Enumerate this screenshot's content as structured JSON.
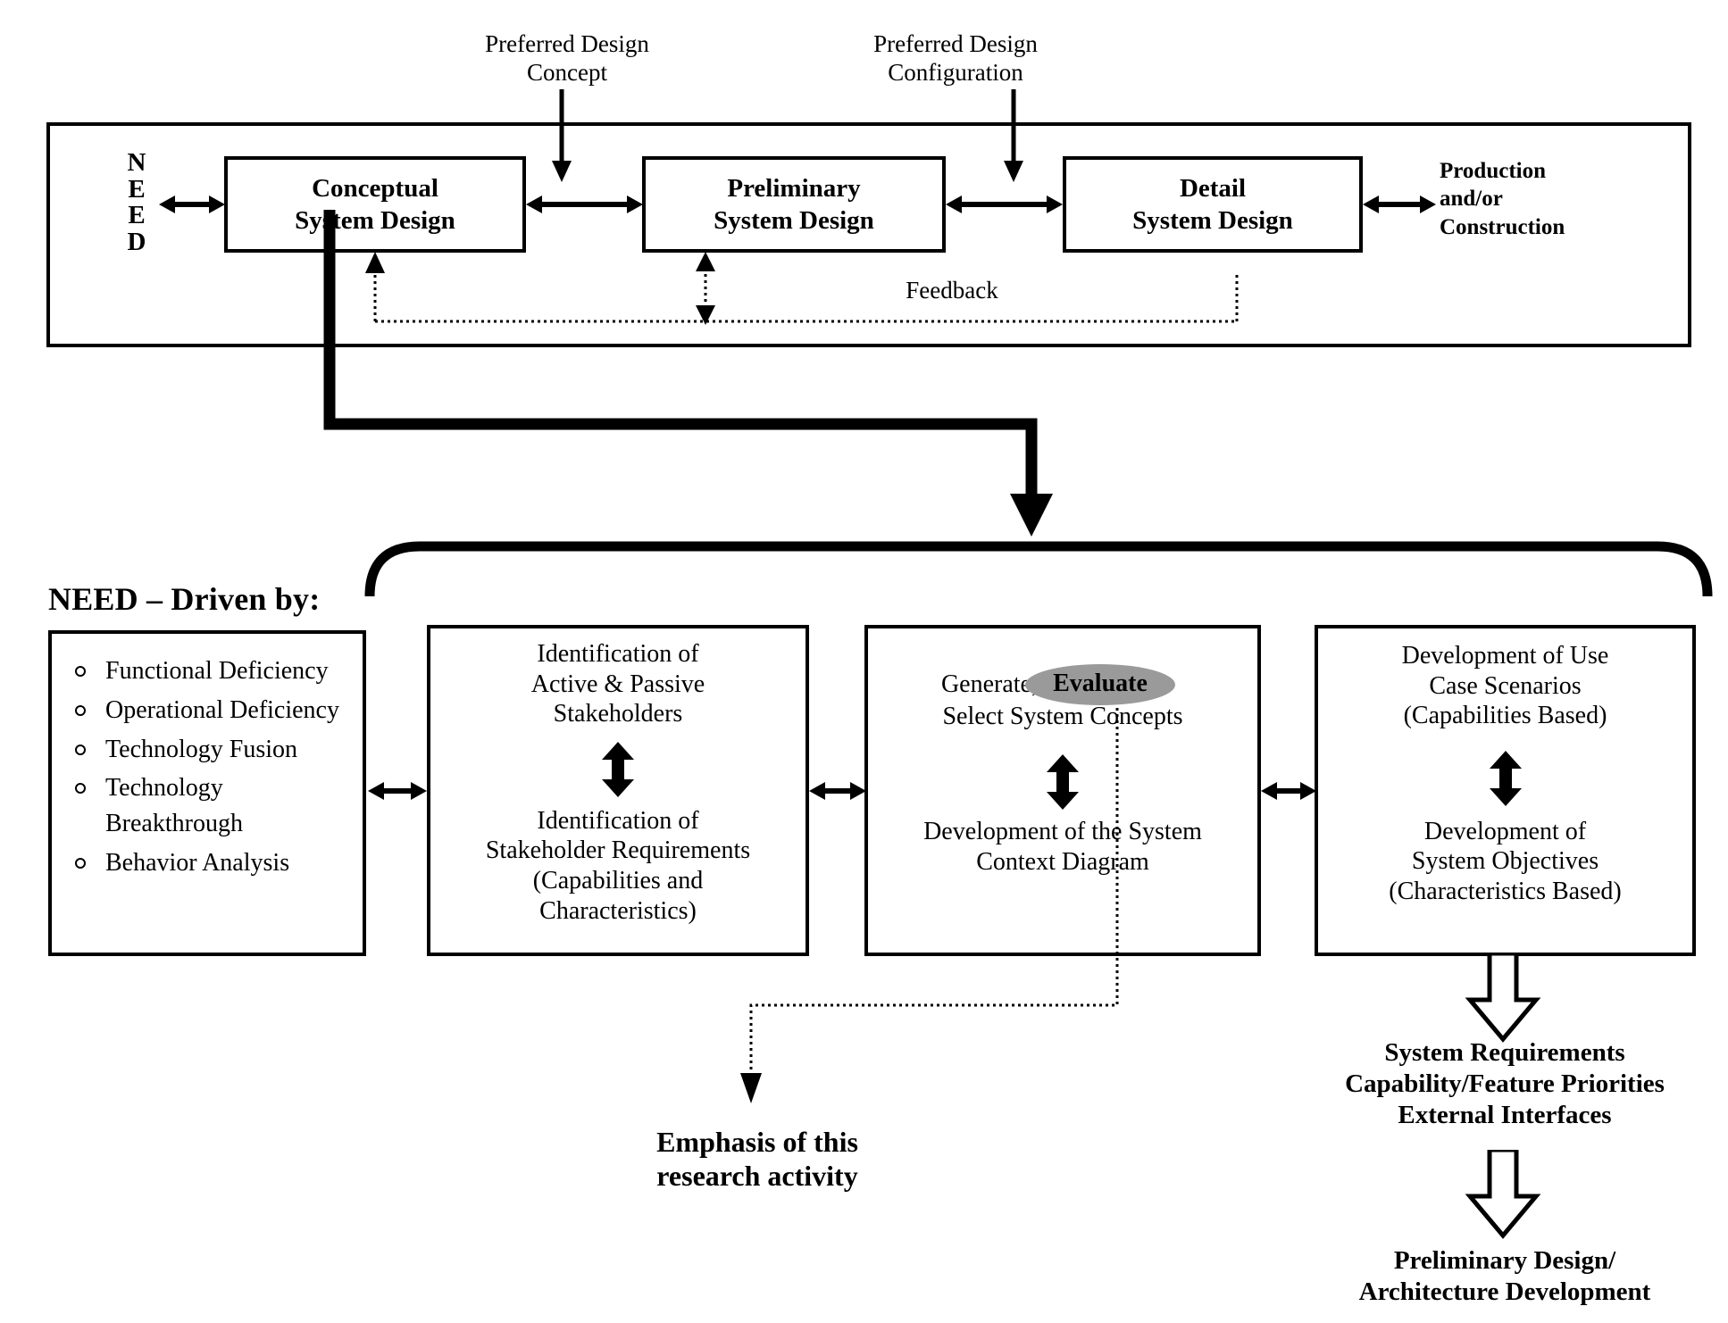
{
  "top_section": {
    "need_label": "NEED",
    "captions": [
      {
        "id": "preferred-design-concept",
        "text": "Preferred Design\nConcept"
      },
      {
        "id": "preferred-design-configuration",
        "text": "Preferred Design\nConfiguration"
      }
    ],
    "stages": [
      {
        "id": "conceptual",
        "text": "Conceptual\nSystem Design"
      },
      {
        "id": "preliminary",
        "text": "Preliminary\nSystem Design"
      },
      {
        "id": "detail",
        "text": "Detail\nSystem Design"
      }
    ],
    "output_label": "Production\nand/or\nConstruction",
    "feedback_label": "Feedback"
  },
  "bottom_section": {
    "need_driven_title": "NEED – Driven by:",
    "need_drivers": [
      "Functional Deficiency",
      "Operational Deficiency",
      "Technology Fusion",
      "Technology Breakthrough",
      "Behavior Analysis"
    ],
    "panels": [
      {
        "id": "stakeholders",
        "top_text": "Identification of\nActive & Passive\nStakeholders",
        "bottom_text": "Identification of\nStakeholder Requirements\n(Capabilities and\nCharacteristics)"
      },
      {
        "id": "system-concepts",
        "top_text_before": "Generate,",
        "top_highlight": "Evaluate",
        "top_text_after": "&\nSelect System Concepts",
        "bottom_text": "Development of the System\nContext Diagram"
      },
      {
        "id": "use-cases",
        "top_text": "Development of Use\nCase Scenarios\n(Capabilities Based)",
        "bottom_text": "Development of\nSystem Objectives\n(Characteristics Based)"
      }
    ],
    "emphasis_note": "Emphasis of this\nresearch activity",
    "system_requirements": "System Requirements\nCapability/Feature Priorities\nExternal Interfaces",
    "preliminary_design": "Preliminary Design/\nArchitecture Development"
  },
  "colors": {
    "stroke": "#000000",
    "background": "#ffffff",
    "highlight": "#9a9a9a"
  }
}
